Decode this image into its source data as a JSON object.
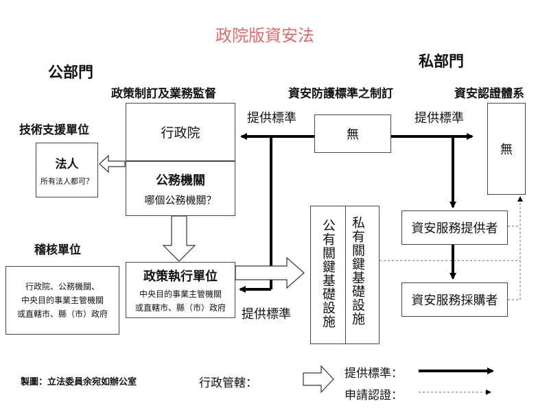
{
  "title": "政院版資安法",
  "public_sector": "公部門",
  "private_sector": "私部門",
  "headers": {
    "policy_supervision": "政策制訂及業務監督",
    "standards_setting": "資安防護標準之制訂",
    "certification": "資安認證體系",
    "tech_support": "技術支援單位",
    "audit": "稽核單位"
  },
  "boxes": {
    "executive_yuan": "行政院",
    "standards_none": "無",
    "cert_none": "無",
    "corp_title": "法人",
    "corp_sub": "所有法人都可？",
    "agency_title": "公務機關",
    "agency_sub": "哪個公務機關？",
    "audit_lines": [
      "行政院、公務機關、",
      "中央目的事業主管機關",
      "或直轄市、縣（市）政府"
    ],
    "exec_unit_title": "政策執行單位",
    "exec_unit_lines": [
      "中央目的事業主管機關",
      "或直轄市、縣（市）政府"
    ],
    "private_cii": "私有關鍵基礎設施",
    "public_cii": "公有關鍵基礎設施",
    "provider": "資安服務提供者",
    "purchaser": "資安服務採購者"
  },
  "arrow_labels": {
    "left_top": "提供標準",
    "right_top": "提供標準",
    "bottom": "提供標準"
  },
  "legend": {
    "credit": "製圖：立法委員余宛如辦公室",
    "admin": "行政管轄：",
    "standard": "提供標準：",
    "apply": "申請認證："
  }
}
